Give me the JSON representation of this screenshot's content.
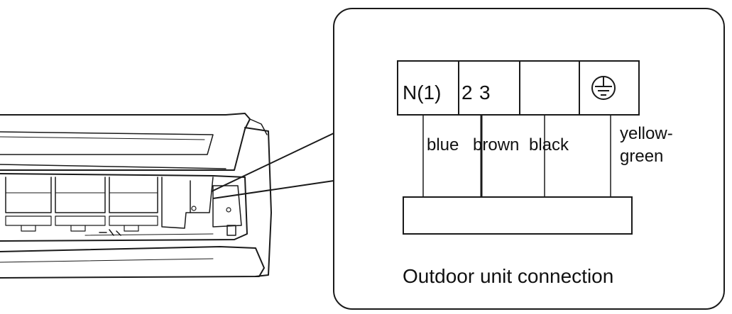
{
  "terminal_block": {
    "labels": [
      "N(1)",
      "2",
      "3"
    ],
    "ground_icon": "ground-symbol-icon"
  },
  "wires": {
    "labels": [
      "blue",
      "brown",
      "black"
    ],
    "yellow_green_line1": "yellow-",
    "yellow_green_line2": "green"
  },
  "caption": "Outdoor unit connection",
  "colors": {
    "line": "#1a1a1a",
    "background": "#ffffff"
  }
}
